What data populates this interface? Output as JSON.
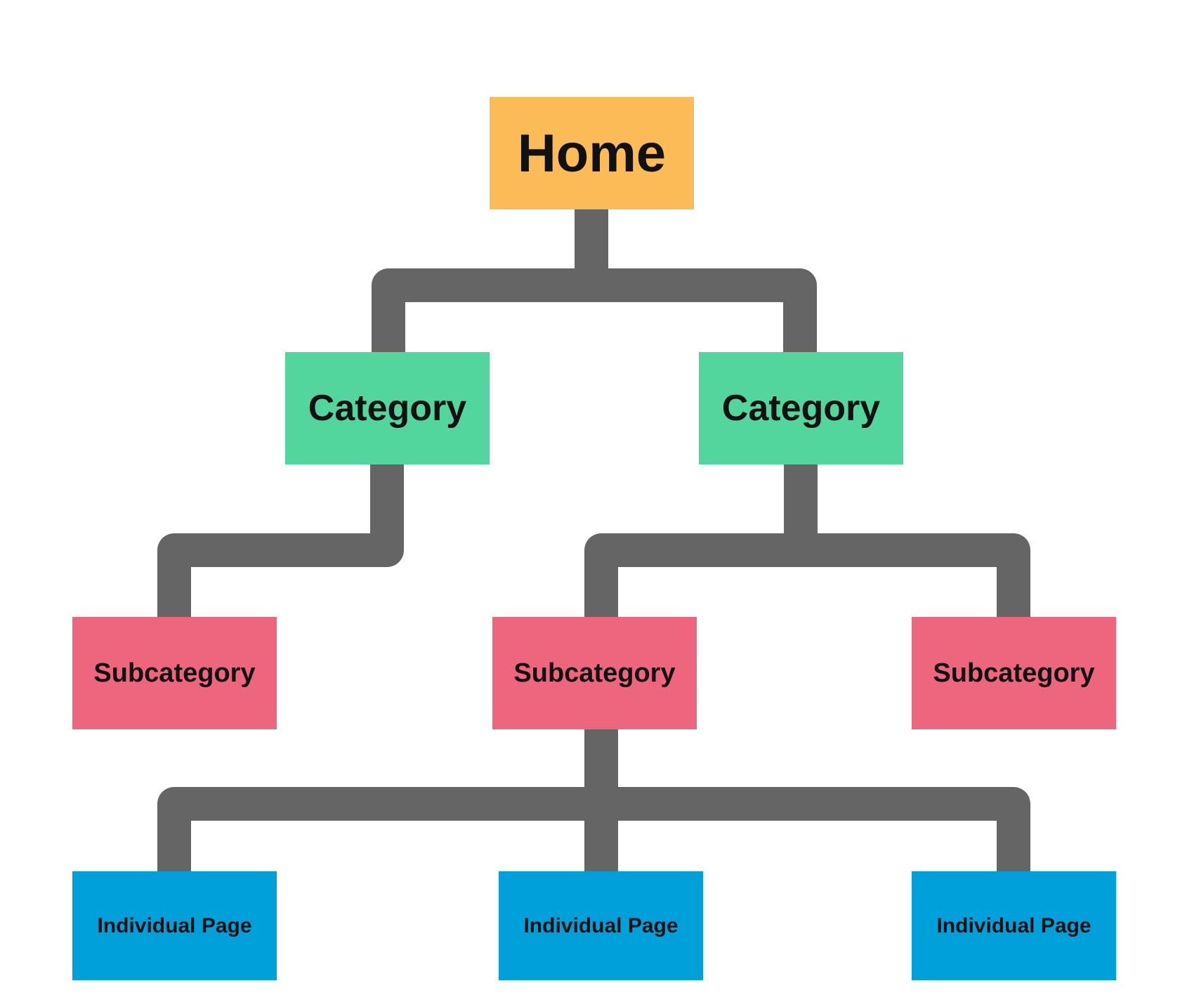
{
  "colors": {
    "home": "#fbbb57",
    "category": "#52d69e",
    "subcategory": "#ee667e",
    "page": "#00a1da",
    "connector": "#656565",
    "text": "#111111"
  },
  "tree": {
    "home": {
      "label": "Home"
    },
    "categories": [
      {
        "label": "Category",
        "subcategories": [
          {
            "label": "Subcategory",
            "pages": []
          }
        ]
      },
      {
        "label": "Category",
        "subcategories": [
          {
            "label": "Subcategory",
            "pages": [
              {
                "label": "Individual Page"
              },
              {
                "label": "Individual Page"
              },
              {
                "label": "Individual Page"
              }
            ]
          },
          {
            "label": "Subcategory",
            "pages": []
          }
        ]
      }
    ]
  }
}
